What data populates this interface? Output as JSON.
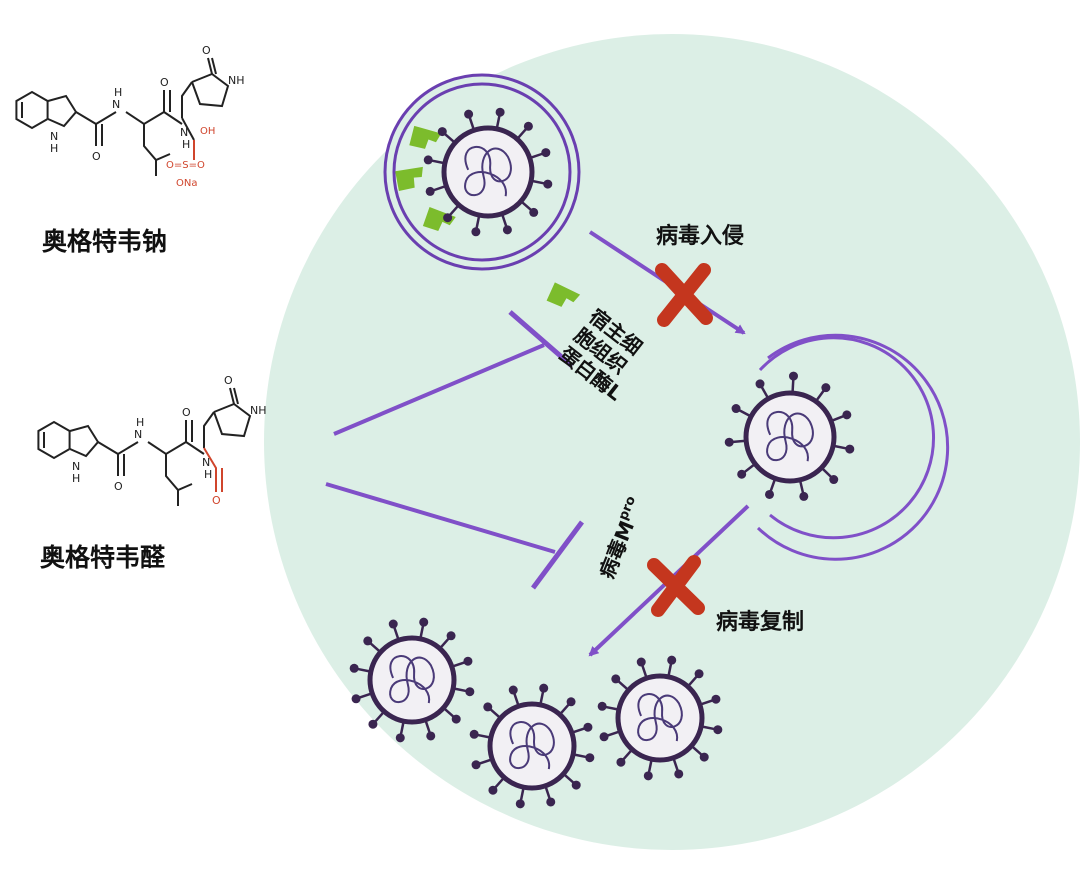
{
  "labels": {
    "drug_top": "奥格特韦钠",
    "drug_bottom": "奥格特韦醛",
    "invasion": "病毒入侵",
    "replication": "病毒复制",
    "host_enzyme": [
      "宿主细",
      "胞组织",
      "蛋白酶L"
    ],
    "viral_enzyme_main": "病毒M",
    "viral_enzyme_sup": "pro"
  },
  "molecule_atoms": {
    "nh_ring": "NH",
    "n": "N",
    "h": "H",
    "o": "O",
    "oh": "OH",
    "so3": "O=S=O",
    "ona": "ONa"
  },
  "colors": {
    "cell_fill": "#dcefe6",
    "purple": "#8050c8",
    "virus_dark": "#3a2550",
    "enzyme_green": "#7cbc2c",
    "cross_red": "#c4361e",
    "chem_black": "#222222",
    "chem_red": "#d0452c"
  }
}
